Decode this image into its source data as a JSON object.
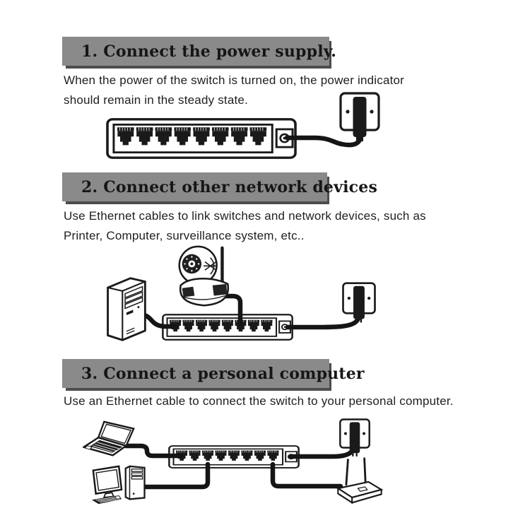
{
  "colors": {
    "background": "#ffffff",
    "header_bg": "#8a8a8a",
    "header_shadow": "#4d4d4d",
    "heading_text": "#161616",
    "body_text": "#1f1f1f",
    "line_art": "#1a1a1a"
  },
  "switch": {
    "port_count": 8
  },
  "sections": [
    {
      "heading": "1. Connect the power supply.",
      "body_lines": [
        "When the power of the switch is turned on, the power indicator",
        "should remain in the steady state."
      ],
      "devices": [
        "ethernet-switch-8-port",
        "wall-outlet",
        "power-adapter",
        "power-cable"
      ]
    },
    {
      "heading": "2. Connect other network devices",
      "body_lines": [
        "Use Ethernet cables to link switches and network devices, such as",
        "Printer, Computer, surveillance system, etc.."
      ],
      "devices": [
        "computer-tower",
        "ip-surveillance-camera",
        "ethernet-switch-8-port",
        "wall-outlet",
        "power-adapter",
        "ethernet-cable",
        "power-cable"
      ]
    },
    {
      "heading": "3. Connect a personal computer",
      "body_lines": [
        "Use an Ethernet cable to connect the switch to your personal computer."
      ],
      "devices": [
        "laptop",
        "desktop-computer",
        "ethernet-switch-8-port",
        "wall-outlet",
        "power-adapter",
        "wireless-router",
        "ethernet-cable",
        "power-cable"
      ]
    }
  ]
}
